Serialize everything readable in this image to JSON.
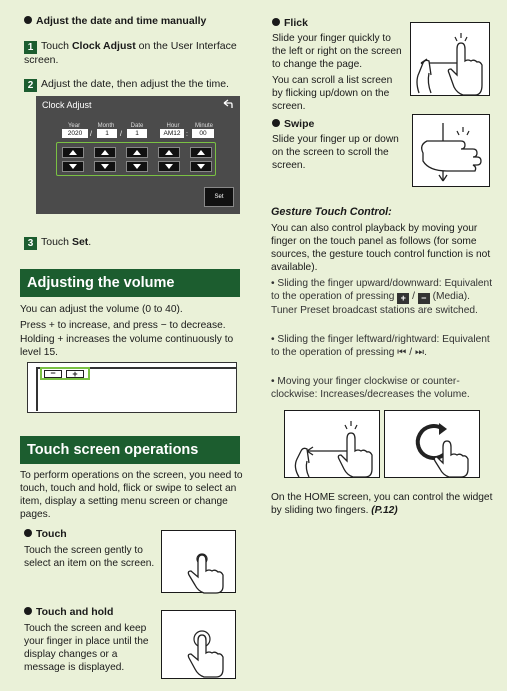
{
  "left": {
    "date_time": {
      "heading": "Adjust the date and time manually",
      "step1": {
        "num": "1",
        "pre": "Touch ",
        "bold": "Clock Adjust",
        "post": " on the User Interface screen."
      },
      "step2": {
        "num": "2",
        "text": "Adjust the date, then adjust the the time."
      },
      "step3": {
        "num": "3",
        "pre": "Touch ",
        "bold": "Set",
        "post": "."
      }
    },
    "clock_screen": {
      "title": "Clock Adjust",
      "back_icon": "back-arrow-icon",
      "fields": [
        {
          "label": "Year",
          "value": "2020"
        },
        {
          "label": "Month",
          "value": "1"
        },
        {
          "label": "Date",
          "value": "1"
        },
        {
          "label": "Hour",
          "value": "AM12"
        },
        {
          "label": "Minute",
          "value": "00"
        }
      ],
      "set_label": "Set"
    },
    "volume": {
      "heading": "Adjusting the volume",
      "p1": "You can adjust the volume (0 to 40).",
      "p2": "Press + to increase, and press − to decrease.",
      "p3": "Holding + increases the volume continuously to level 15.",
      "btn_minus": "−",
      "btn_plus": "+"
    },
    "touch": {
      "heading": "Touch screen operations",
      "intro": "To perform operations on the screen, you need to touch, touch and hold, flick or swipe to select an item, display a setting menu screen or change pages.",
      "touch_title": "Touch",
      "touch_text": "Touch the screen gently to select an item on the screen.",
      "hold_title": "Touch and hold",
      "hold_text": "Touch the screen and keep your finger in place until the display changes or a message is displayed."
    }
  },
  "right": {
    "flick_title": "Flick",
    "flick_text1": "Slide your finger quickly to the left or right on the screen to change the page.",
    "flick_text2": "You can scroll a list screen by flicking up/down on the screen.",
    "swipe_title": "Swipe",
    "swipe_text": "Slide your finger up or down on the screen to scroll the screen.",
    "gesture_title": "Gesture Touch Control:",
    "gesture_intro": "You can also control playback by moving your finger on the touch panel as follows (for some sources, the gesture touch control function is not available).",
    "items": [
      {
        "pre": "Sliding the finger upward/downward: Equivalent to the operation of pressing ",
        "icon1": "+",
        "mid": " / ",
        "icon2": "−",
        "post": " (Media). Tuner Preset broadcast stations are switched."
      },
      {
        "pre": "Sliding the finger leftward/rightward: Equivalent to the operation of pressing ",
        "icon1": "⏮",
        "mid": " / ",
        "icon2": "⏭",
        "post": "."
      },
      {
        "text": "Moving your finger clockwise or counter-clockwise: Increases/decreases the volume."
      }
    ],
    "home_text": "On the HOME screen, you can control the widget by sliding two fingers.",
    "home_ref": "(P.12)"
  }
}
